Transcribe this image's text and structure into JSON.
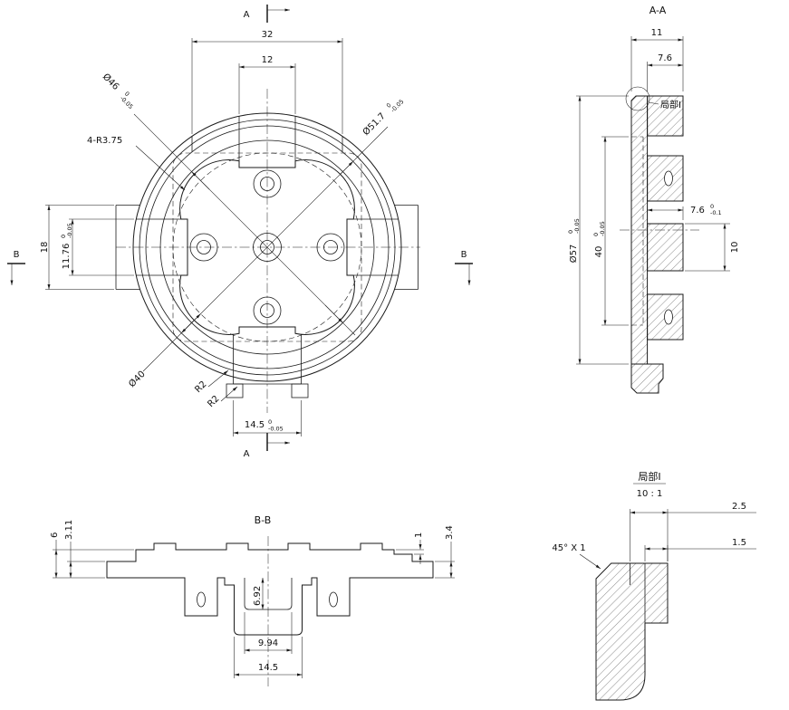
{
  "tol": {
    "zero": "0",
    "m0_05": "-0.05",
    "m0_1": "-0.1"
  },
  "front_view": {
    "label_a": "A",
    "label_b": "B",
    "dim_32": "32",
    "dim_12": "12",
    "dim_18": "18",
    "dim_11_76": "11.76",
    "dim_dia46": "Ø46",
    "dim_dia51_7": "Ø51.7",
    "dim_4_r3_75": "4-R3.75",
    "dim_dia40": "Ø40",
    "dim_r2_1": "R2",
    "dim_r2_2": "R2",
    "dim_14_5": "14.5"
  },
  "section_aa": {
    "title": "A-A",
    "dim_11": "11",
    "dim_7_6_top": "7.6",
    "detail_label": "局部I",
    "dim_dia57": "Ø57",
    "dim_40": "40",
    "dim_7_6_right": "7.6",
    "dim_10": "10"
  },
  "section_bb": {
    "title": "B-B",
    "dim_6": "6",
    "dim_3_11": "3.11",
    "dim_1": "1",
    "dim_3_4": "3.4",
    "dim_6_92": "6.92",
    "dim_9_94": "9.94",
    "dim_14_5": "14.5"
  },
  "detail_i": {
    "title": "局部I",
    "scale": "10 : 1",
    "dim_2_5": "2.5",
    "dim_1_5": "1.5",
    "chamfer": "45° X 1"
  }
}
